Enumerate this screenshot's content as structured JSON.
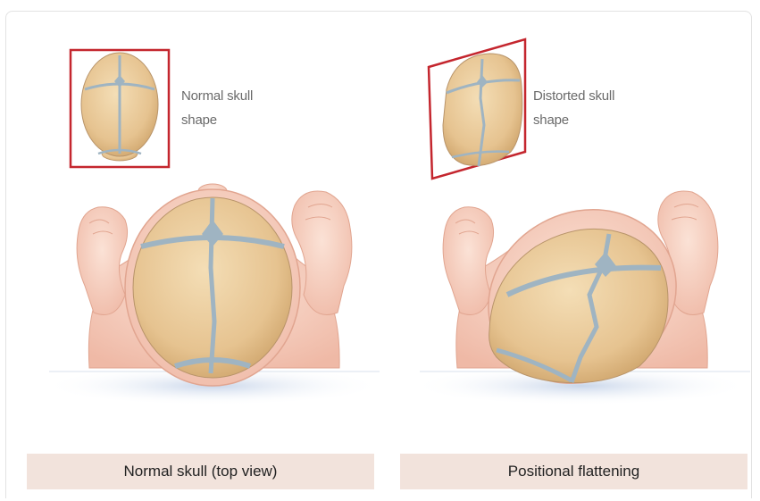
{
  "panels": {
    "left": {
      "note_line1": "Normal skull",
      "note_line2": "shape",
      "caption": "Normal skull (top view)"
    },
    "right": {
      "note_line1": "Distorted skull",
      "note_line2": "shape",
      "caption": "Positional flattening"
    }
  },
  "colors": {
    "skin": "#f6cfc0",
    "skull": "#e8c79a",
    "suture": "#9fb4c2",
    "frame_red": "#c4262e",
    "caption_bg": "#f2e3dc"
  }
}
